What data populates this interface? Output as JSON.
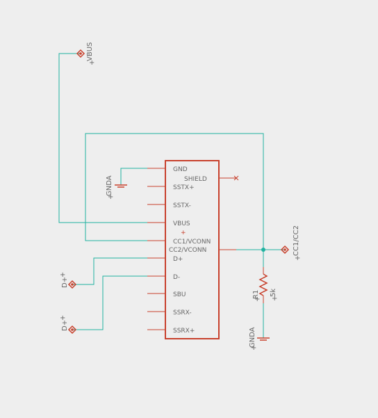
{
  "colors": {
    "background": "#eeeeee",
    "wire": "#20b2a0",
    "component": "#c8402c",
    "label": "#666666"
  },
  "connector": {
    "pins": {
      "gnd": "GND",
      "shield": "SHIELD",
      "sstx_pos": "SSTX+",
      "sstx_neg": "SSTX-",
      "vbus": "VBUS",
      "cc1": "CC1/VCONN",
      "cc2": "CC2/VCONN",
      "d_pos": "D+",
      "d_neg": "D-",
      "sbu": "SBU",
      "ssrx_neg": "SSRX-",
      "ssrx_pos": "SSRX+"
    },
    "origin_marker": "+"
  },
  "ports": {
    "vbus": "VBUS",
    "cc": "CC1/CC2",
    "d_pos_1": "D+",
    "d_pos_2": "D+"
  },
  "ground_symbols": {
    "gnd_top": "GNDA",
    "gnd_bottom": "GNDA"
  },
  "resistor": {
    "name": "R1",
    "value": "5k"
  }
}
